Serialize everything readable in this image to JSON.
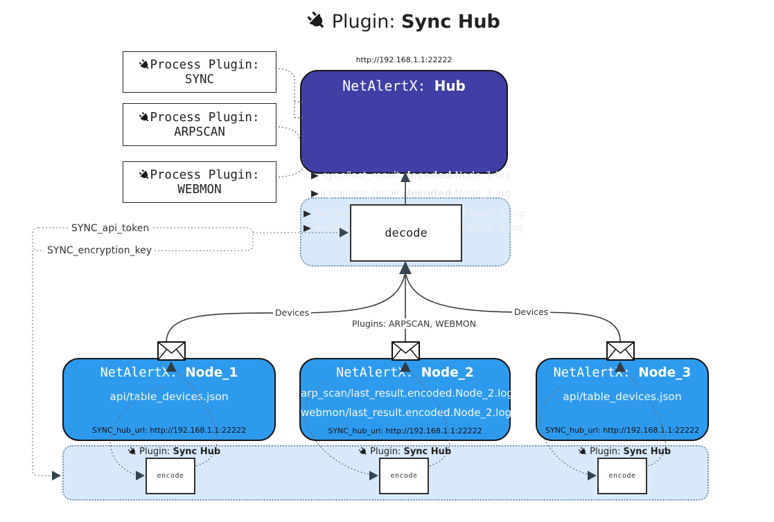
{
  "title": {
    "label": "Plugin:",
    "name": "Sync Hub"
  },
  "hub": {
    "url": "http://192.168.1.1:22222",
    "title_prefix": "NetAlertX:",
    "title_name": "Hub",
    "lines": [
      {
        "pre": "sync/last_result.",
        "bold": "decoded",
        "post": ".Node_1.log"
      },
      {
        "pre": "sync/last_result.",
        "bold": "decoded",
        "post": ".Node_3.log"
      },
      {
        "pre": "arp_scan/last_result.",
        "bold": "decoded",
        "post": ".Node_2.log"
      },
      {
        "pre": "webmon/last_result.",
        "bold": "decoded",
        "post": ".Node_2.log"
      }
    ]
  },
  "process_plugins": [
    {
      "label": "Process Plugin:",
      "name": "SYNC"
    },
    {
      "label": "Process Plugin:",
      "name": "ARPSCAN"
    },
    {
      "label": "Process Plugin:",
      "name": "WEBMON"
    }
  ],
  "settings": {
    "api_token": "SYNC_api_token",
    "encryption_key": "SYNC_encryption_key"
  },
  "decode_label": "decode",
  "edge_labels": {
    "left": "Devices",
    "right": "Devices",
    "center": "Plugins: ARPSCAN, WEBMON"
  },
  "nodes": [
    {
      "title_prefix": "NetAlertX:",
      "title_name": "Node_1",
      "files": [
        "api/table_devices.json"
      ],
      "hub_url": "SYNC_hub_url: http://192.168.1.1:22222"
    },
    {
      "title_prefix": "NetAlertX:",
      "title_name": "Node_2",
      "files": [
        "arp_scan/last_result.encoded.Node_2.log",
        "webmon/last_result.encoded.Node_2.log"
      ],
      "hub_url": "SYNC_hub_url: http://192.168.1.1:22222"
    },
    {
      "title_prefix": "NetAlertX:",
      "title_name": "Node_3",
      "files": [
        "api/table_devices.json"
      ],
      "hub_url": "SYNC_hub_url: http://192.168.1.1:22222"
    }
  ],
  "band": {
    "plugin_label": "Plugin:",
    "plugin_name": "Sync Hub",
    "encode_label": "encode"
  },
  "colors": {
    "hub_bg": "#3F3FA6",
    "node_bg": "#2E9AEE",
    "panel_bg": "#D8E9FA",
    "panel_border": "#7C97B2",
    "arrow_dark": "#36454F",
    "line": "#3a3a3a"
  }
}
